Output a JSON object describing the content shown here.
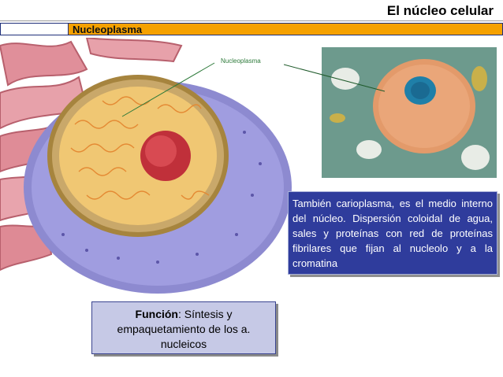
{
  "header": {
    "title": "El núcleo celular",
    "section": "Nucleoplasma"
  },
  "diagram": {
    "callout_label": "Nucleoplasma"
  },
  "description": {
    "text": "También carioplasma, es el medio interno del núcleo. Dispersión coloidal de agua, sales y proteínas con red de proteínas fibrilares que fijan al nucleolo y a la cromatina"
  },
  "function_box": {
    "label": "Función",
    "text": ": Síntesis y empaquetamiento de los a. nucleicos"
  },
  "colors": {
    "section_bar": "#f5a100",
    "description_bg": "#2f3c9c",
    "function_bg": "#c6c9e6"
  }
}
